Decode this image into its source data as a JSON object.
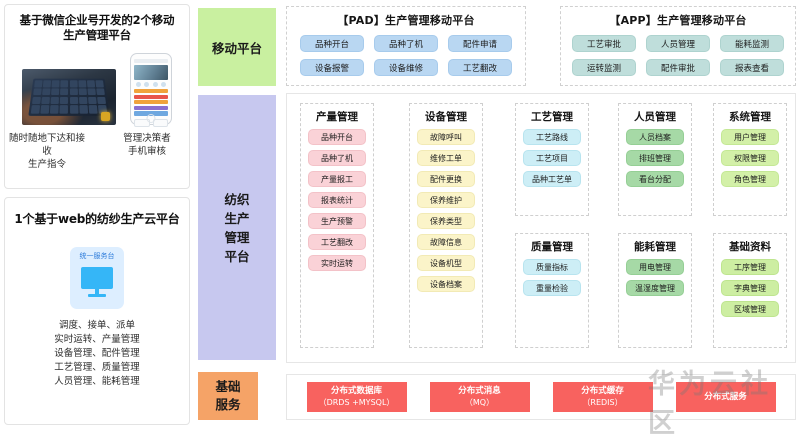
{
  "left": {
    "mobile_card": {
      "title": "基于微信企业号开发的2个移动\n生产管理平台",
      "title_line1": "基于微信企业号开发的2个移动",
      "title_line2": "生产管理平台",
      "captions": [
        {
          "line1": "随时随地下达和接收",
          "line2": "生产指令"
        },
        {
          "line1": "管理决策者",
          "line2": "手机审核"
        }
      ]
    },
    "web_card": {
      "title": "1个基于web的纺纱生产云平台",
      "server_label": "统一服务台",
      "features": [
        "调度、接单、派单",
        "实时运转、产量管理",
        "设备管理、配件管理",
        "工艺管理、质量管理",
        "人员管理、能耗管理"
      ]
    }
  },
  "bands": [
    {
      "id": "mobile",
      "label": "移动平台",
      "color": "#c9f0a0"
    },
    {
      "id": "textile",
      "label": "纺织\n生产\n管理\n平台",
      "lines": [
        "纺织",
        "生产",
        "管理",
        "平台"
      ],
      "color": "#c7c8ef"
    },
    {
      "id": "base",
      "label": "基础\n服务",
      "lines": [
        "基础",
        "服务"
      ],
      "color": "#f5a367"
    }
  ],
  "mobile_platforms": [
    {
      "id": "pad",
      "title": "【PAD】生产管理移动平台",
      "style": "blue",
      "items": [
        "品种开台",
        "品种了机",
        "配件申请",
        "设备报警",
        "设备维修",
        "工艺翻改"
      ]
    },
    {
      "id": "app",
      "title": "【APP】生产管理移动平台",
      "style": "teal",
      "items": [
        "工艺审批",
        "人员管理",
        "能耗监测",
        "运转监测",
        "配件审批",
        "报表查看"
      ]
    }
  ],
  "modules": [
    {
      "id": "production",
      "title": "产量管理",
      "style": "pink",
      "items": [
        "品种开台",
        "品种了机",
        "产量报工",
        "报表统计",
        "生产预警",
        "工艺翻改",
        "实时运转"
      ]
    },
    {
      "id": "equipment",
      "title": "设备管理",
      "style": "yellow",
      "items": [
        "故障呼叫",
        "维修工单",
        "配件更换",
        "保养维护",
        "保养类型",
        "故障信息",
        "设备机型",
        "设备档案"
      ]
    },
    {
      "id": "process",
      "title": "工艺管理",
      "style": "cyan",
      "items": [
        "工艺路线",
        "工艺项目",
        "品种工艺单"
      ]
    },
    {
      "id": "quality",
      "title": "质量管理",
      "style": "cyan",
      "items": [
        "质量指标",
        "重量检验"
      ]
    },
    {
      "id": "personnel",
      "title": "人员管理",
      "style": "green",
      "items": [
        "人员档案",
        "排班管理",
        "看台分配"
      ]
    },
    {
      "id": "energy",
      "title": "能耗管理",
      "style": "green",
      "items": [
        "用电管理",
        "温湿度管理"
      ]
    },
    {
      "id": "system",
      "title": "系统管理",
      "style": "lime",
      "items": [
        "用户管理",
        "权限管理",
        "角色管理"
      ]
    },
    {
      "id": "basic-data",
      "title": "基础资料",
      "style": "lime2",
      "items": [
        "工序管理",
        "字典管理",
        "区域管理"
      ]
    }
  ],
  "base_services": [
    {
      "name": "分布式数据库",
      "sub": "（DRDS +MYSQL）"
    },
    {
      "name": "分布式消息",
      "sub": "（MQ）"
    },
    {
      "name": "分布式缓存",
      "sub": "（REDIS）"
    },
    {
      "name": "分布式服务",
      "sub": ""
    }
  ],
  "watermark": "华为云社区"
}
